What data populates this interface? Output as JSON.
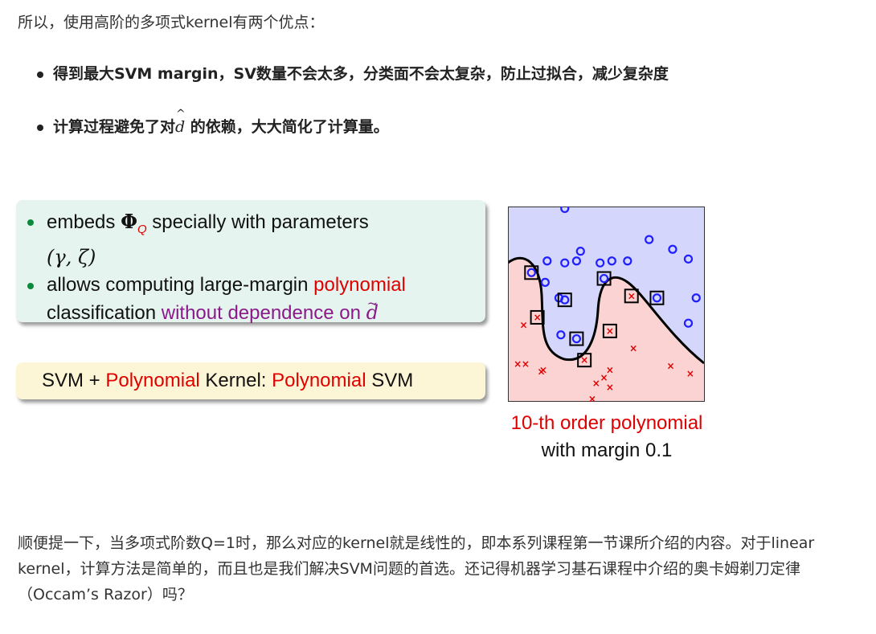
{
  "intro": "所以，使用高阶的多项式kernel有两个优点：",
  "bullets": [
    {
      "text": "得到最大SVM margin，SV数量不会太多，分类面不会太复杂，防止过拟合，减少复杂度"
    },
    {
      "text_before": "计算过程避免了对",
      "math": "d",
      "text_after": " 的依赖，大大简化了计算量。"
    }
  ],
  "slide": {
    "green_box": {
      "item1_a": "embeds ",
      "item1_phi": "Φ",
      "item1_sub": "Q",
      "item1_b": " specially with parameters",
      "item1_params": "(γ, ζ)",
      "item2_a": "allows computing large-margin ",
      "item2_red": "polynomial",
      "item2_b": "classification ",
      "item2_purple": "without dependence on ",
      "item2_d": "d"
    },
    "yellow_box": {
      "p1": "SVM + ",
      "p2": "Polynomial",
      "p3": " Kernel: ",
      "p4": "Polynomial",
      "p5": " SVM"
    },
    "caption_line1": "10-th order polynomial",
    "caption_line2": "with margin 0.1",
    "colors": {
      "positive_region": "#d4d6fb",
      "negative_region": "#fcd3d3",
      "circle": "#1f1fff",
      "cross": "#e00000"
    },
    "scatter": {
      "circles": [
        [
          0.29,
          0.99
        ],
        [
          0.72,
          0.83
        ],
        [
          0.37,
          0.77
        ],
        [
          0.84,
          0.78
        ],
        [
          0.92,
          0.73
        ],
        [
          0.2,
          0.72
        ],
        [
          0.29,
          0.71
        ],
        [
          0.35,
          0.72
        ],
        [
          0.47,
          0.71
        ],
        [
          0.53,
          0.72
        ],
        [
          0.61,
          0.72
        ],
        [
          0.19,
          0.61
        ],
        [
          0.96,
          0.53
        ],
        [
          0.26,
          0.53
        ],
        [
          0.27,
          0.34
        ],
        [
          0.92,
          0.4
        ]
      ],
      "circles_sv": [
        [
          0.12,
          0.66
        ],
        [
          0.49,
          0.63
        ],
        [
          0.29,
          0.52
        ],
        [
          0.76,
          0.53
        ],
        [
          0.35,
          0.32
        ]
      ],
      "crosses": [
        [
          0.08,
          0.39
        ],
        [
          0.64,
          0.27
        ],
        [
          0.83,
          0.18
        ],
        [
          0.93,
          0.14
        ],
        [
          0.05,
          0.19
        ],
        [
          0.09,
          0.19
        ],
        [
          0.17,
          0.15
        ],
        [
          0.18,
          0.16
        ],
        [
          0.45,
          0.09
        ],
        [
          0.49,
          0.12
        ],
        [
          0.52,
          0.07
        ],
        [
          0.43,
          0.01
        ],
        [
          0.52,
          0.16
        ]
      ],
      "crosses_sv": [
        [
          0.15,
          0.43
        ],
        [
          0.63,
          0.54
        ],
        [
          0.52,
          0.36
        ],
        [
          0.39,
          0.21
        ]
      ]
    }
  },
  "outro": "顺便提一下，当多项式阶数Q=1时，那么对应的kernel就是线性的，即本系列课程第一节课所介绍的内容。对于linear kernel，计算方法是简单的，而且也是我们解决SVM问题的首选。还记得机器学习基石课程中介绍的奥卡姆剃刀定律（Occam’s Razor）吗？"
}
